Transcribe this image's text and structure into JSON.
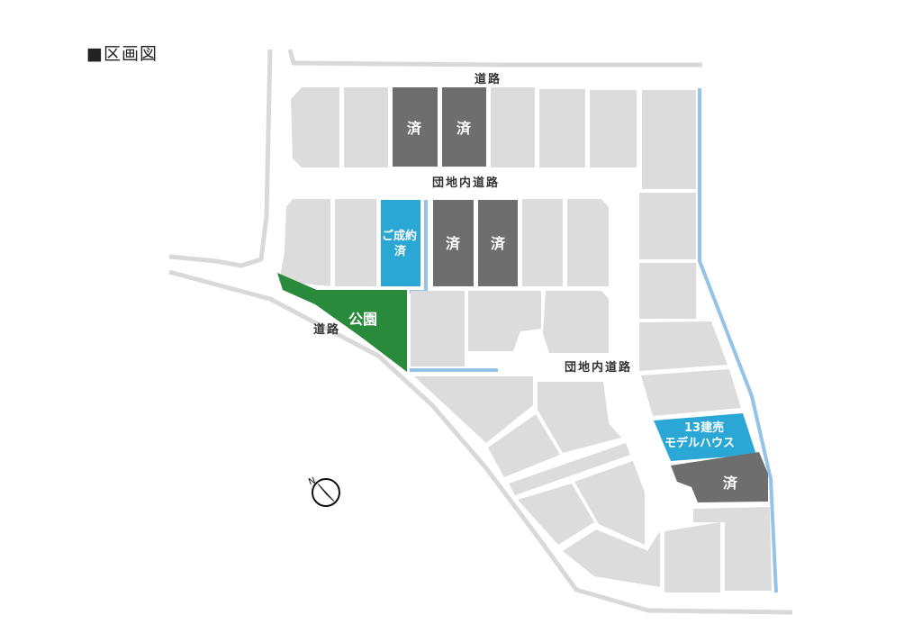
{
  "title": "■区画図",
  "labels": {
    "road_top": "道路",
    "road_left": "道路",
    "internal_road_1": "団地内道路",
    "internal_road_2": "団地内道路",
    "park": "公園"
  },
  "lots": {
    "sold": "済",
    "contracted_line1": "ご成約",
    "contracted_line2": "済",
    "model_line1": "13建売",
    "model_line2": "モデルハウス"
  },
  "compass": {
    "north": "N"
  },
  "colors": {
    "lot": "#dcdcdc",
    "sold": "#6e6e6e",
    "highlight": "#2ba7d5",
    "park": "#2a8a3b",
    "water": "#93c4e5"
  }
}
